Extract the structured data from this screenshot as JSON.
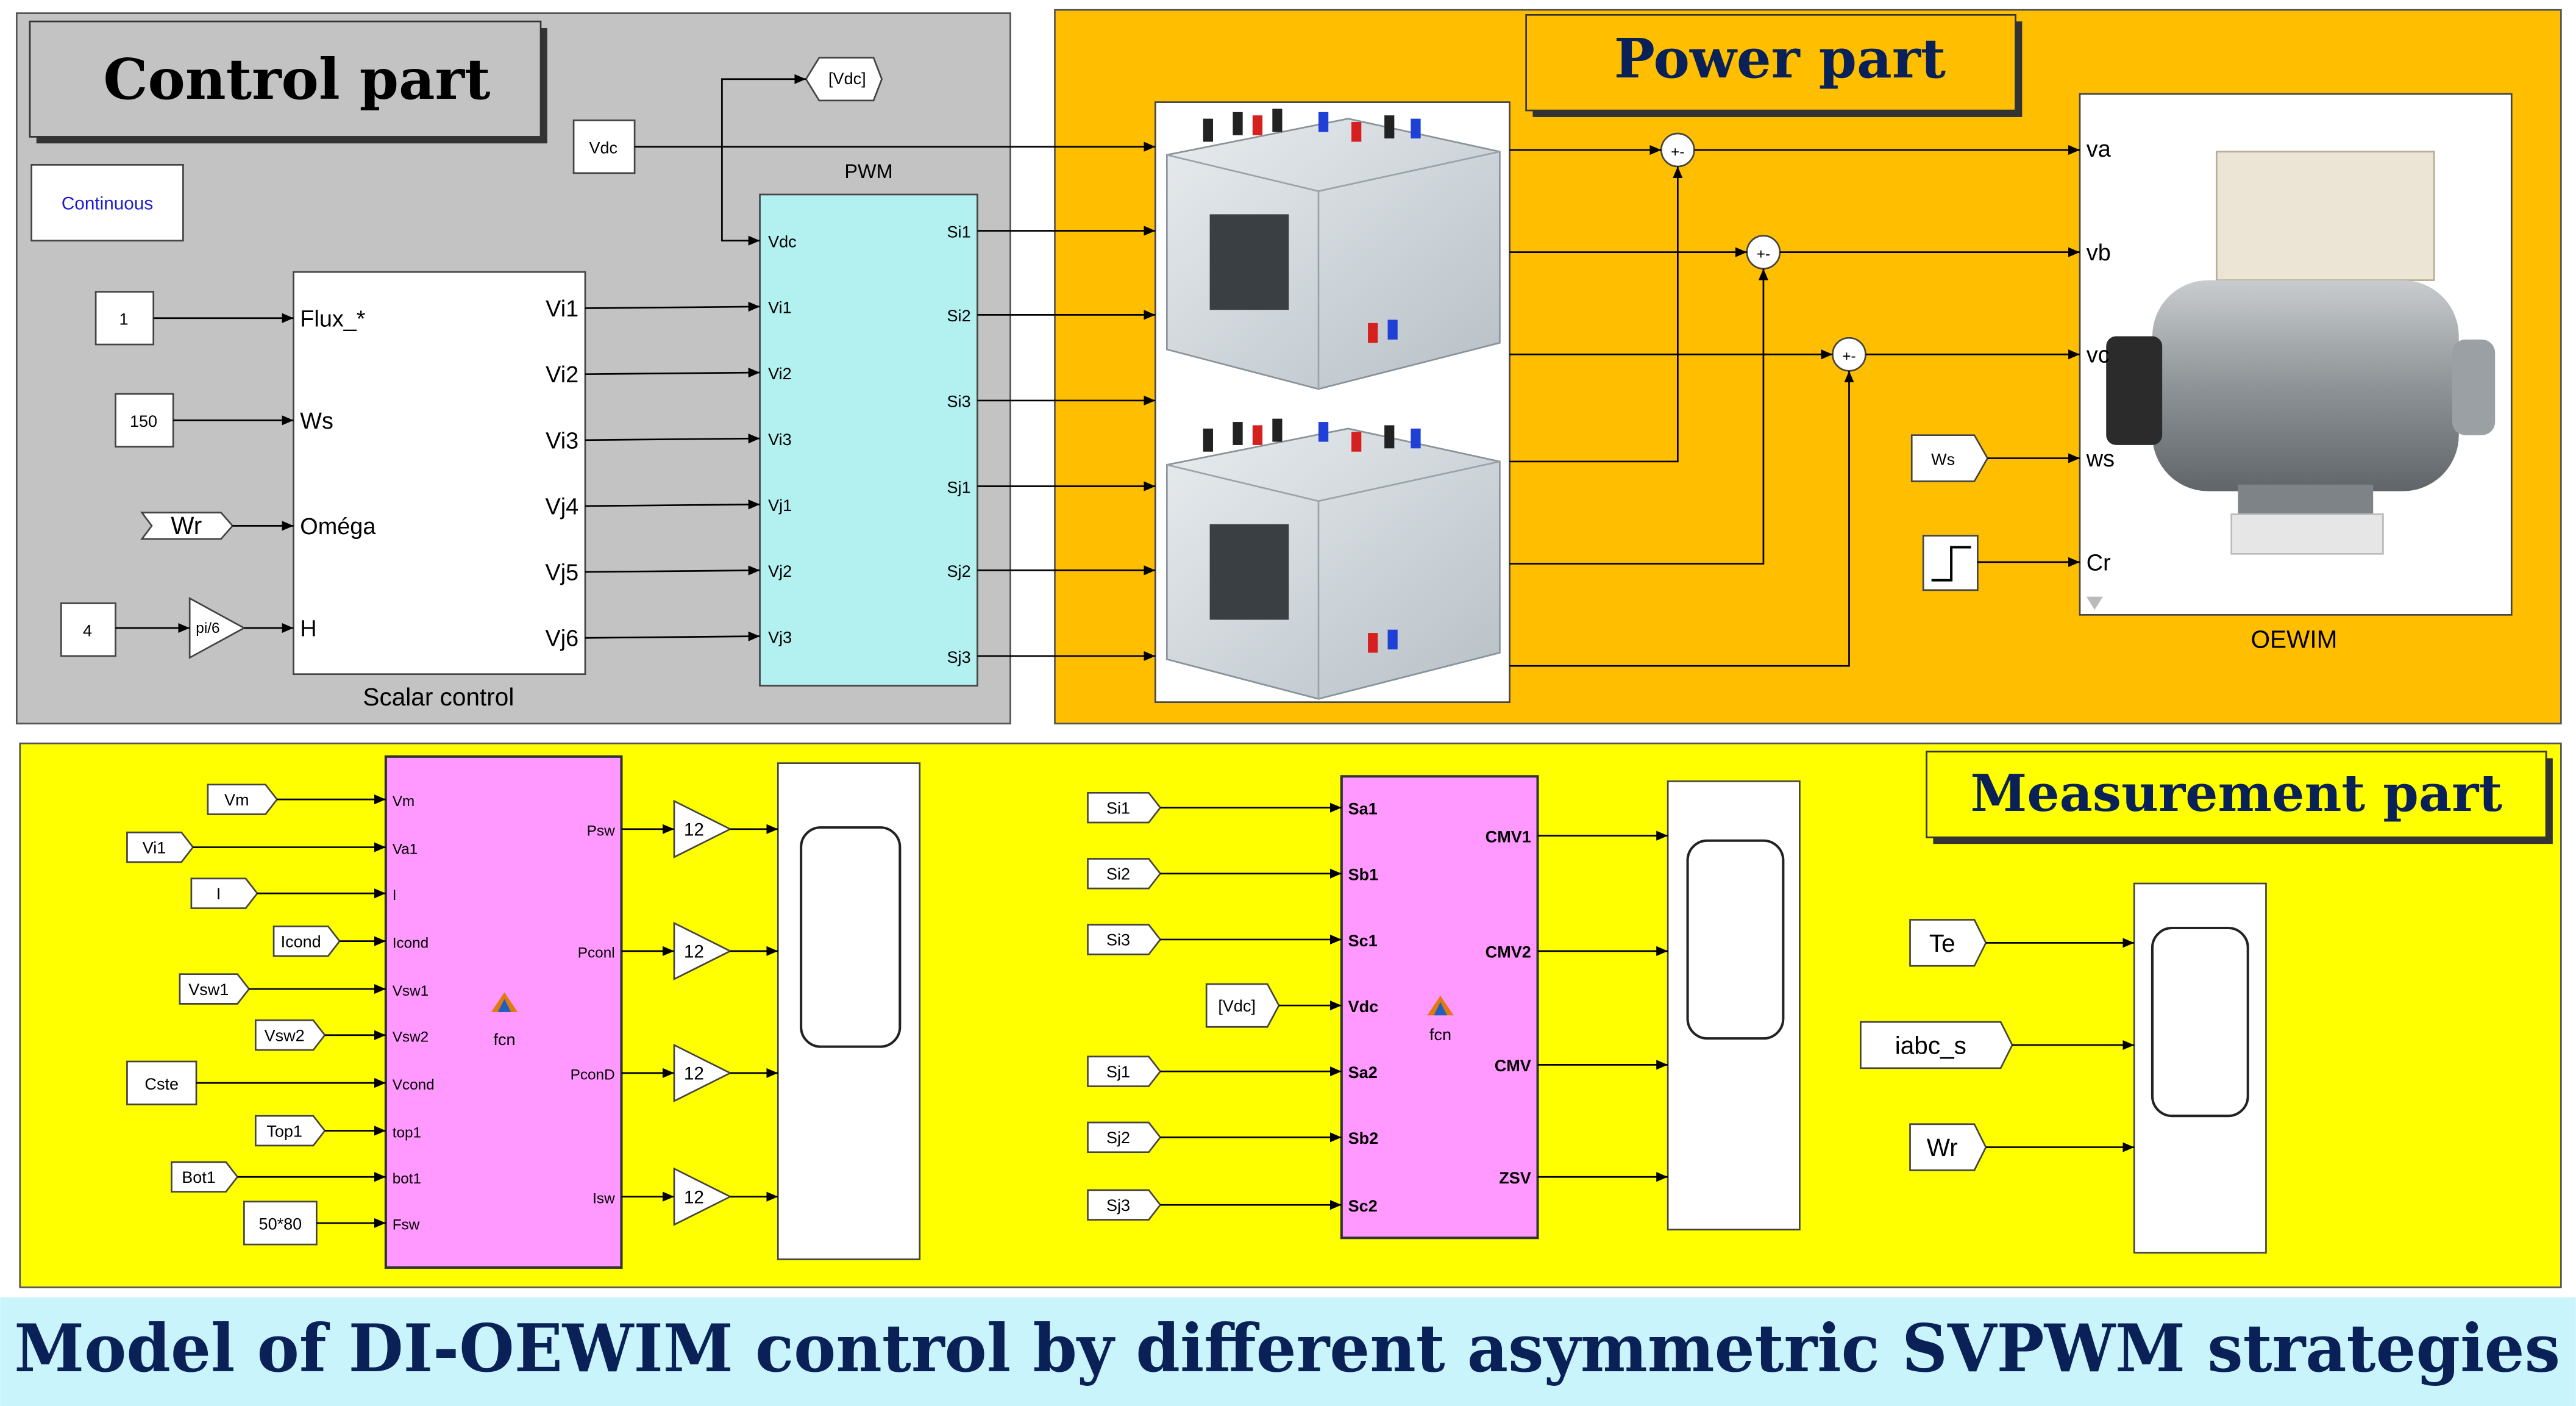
{
  "colors": {
    "control_bg": "#c3c3c3",
    "power_bg": "#ffbf00",
    "measure_bg": "#ffff00",
    "pwm_fill": "#b3f0f0",
    "fcn_fill": "#ff99ff",
    "title_color": "#0a2158",
    "caption_bg": "#c9f4fb",
    "line": "#000000"
  },
  "sections": {
    "control": "Control part",
    "power": "Power part",
    "measurement": "Measurement part"
  },
  "caption": "Model of DI-OEWIM control by different asymmetric SVPWM strategies",
  "control": {
    "continuous": "Continuous",
    "vdc": "Vdc",
    "vdc_goto": "[Vdc]",
    "const_flux": "1",
    "const_ws": "150",
    "from_wr": "Wr",
    "const_h": "4",
    "gain_h": "pi/6",
    "scalar": {
      "title": "Scalar control",
      "inputs": [
        "Flux_*",
        "Ws",
        "Oméga",
        "H"
      ],
      "outputs": [
        "Vi1",
        "Vi2",
        "Vi3",
        "Vj4",
        "Vj5",
        "Vj6"
      ]
    },
    "pwm": {
      "title": "PWM",
      "inputs": [
        "Vdc",
        "Vi1",
        "Vi2",
        "Vi3",
        "Vj1",
        "Vj2",
        "Vj3"
      ],
      "outputs": [
        "Si1",
        "Si2",
        "Si3",
        "Sj1",
        "Sj2",
        "Sj3"
      ]
    }
  },
  "power": {
    "from_ws": "Ws",
    "motor": {
      "title": "OEWIM",
      "inputs": [
        "va",
        "vb",
        "vc",
        "ws",
        "Cr"
      ]
    }
  },
  "measurement": {
    "fcn1": {
      "label": "fcn",
      "inputs": [
        "Vm",
        "Va1",
        "I",
        "Icond",
        "Vsw1",
        "Vsw2",
        "Vcond",
        "top1",
        "bot1",
        "Fsw"
      ],
      "outputs": [
        "Psw",
        "Pconl",
        "PconD",
        "Isw"
      ]
    },
    "sources1": [
      "Vm",
      "Vi1",
      "I",
      "Icond",
      "Vsw1",
      "Vsw2",
      "Cste",
      "Top1",
      "Bot1",
      "50*80"
    ],
    "gains": [
      "12",
      "12",
      "12",
      "12"
    ],
    "fcn2": {
      "label": "fcn",
      "inputs": [
        "Sa1",
        "Sb1",
        "Sc1",
        "Vdc",
        "Sa2",
        "Sb2",
        "Sc2"
      ],
      "outputs": [
        "CMV1",
        "CMV2",
        "CMV",
        "ZSV"
      ]
    },
    "sources2": [
      "Si1",
      "Si2",
      "Si3",
      "[Vdc]",
      "Sj1",
      "Sj2",
      "Sj3"
    ],
    "sources3": [
      "Te",
      "iabc_s",
      "Wr"
    ]
  }
}
